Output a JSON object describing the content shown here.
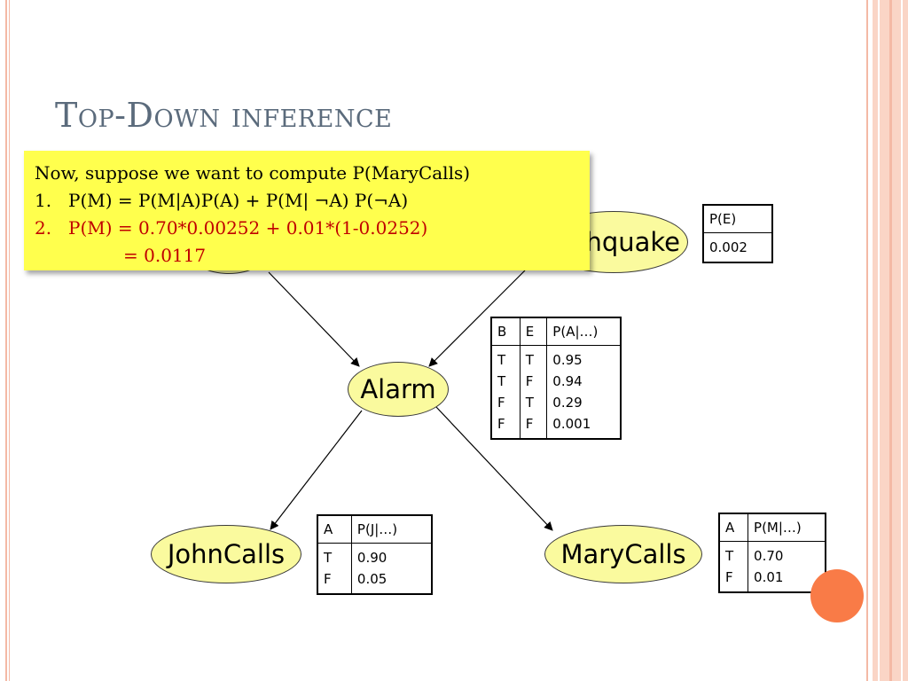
{
  "slide": {
    "title": "Top-Down inference"
  },
  "nodes": {
    "earthquake_visible_label": "hquake",
    "alarm": "Alarm",
    "john": "JohnCalls",
    "mary": "MaryCalls"
  },
  "cpt_e": {
    "header": "P(E)",
    "value": "0.002"
  },
  "cpt_a": {
    "headers": [
      "B",
      "E",
      "P(A|…)"
    ],
    "b": [
      "T",
      "T",
      "F",
      "F"
    ],
    "e": [
      "T",
      "F",
      "T",
      "F"
    ],
    "p": [
      "0.95",
      "0.94",
      "0.29",
      "0.001"
    ]
  },
  "cpt_j": {
    "headers": [
      "A",
      "P(J|…)"
    ],
    "a": [
      "T",
      "F"
    ],
    "p": [
      "0.90",
      "0.05"
    ]
  },
  "cpt_m": {
    "headers": [
      "A",
      "P(M|…)"
    ],
    "a": [
      "T",
      "F"
    ],
    "p": [
      "0.70",
      "0.01"
    ]
  },
  "note": {
    "line1": "Now, suppose we want to compute P(MaryCalls)",
    "item1_num": "1.",
    "item1_text": "P(M) = P(M|A)P(A) + P(M| ¬A) P(¬A)",
    "item2_num": "2.",
    "item2_text": "P(M) = 0.70*0.00252 + 0.01*(1-0.0252)",
    "item2_cont": "= 0.0117"
  },
  "colors": {
    "node_fill": "#fafa9e",
    "note_fill": "#ffff4d",
    "highlight_red": "#c00000",
    "title_color": "#5b6b7c",
    "accent_circle": "#f97b47"
  }
}
